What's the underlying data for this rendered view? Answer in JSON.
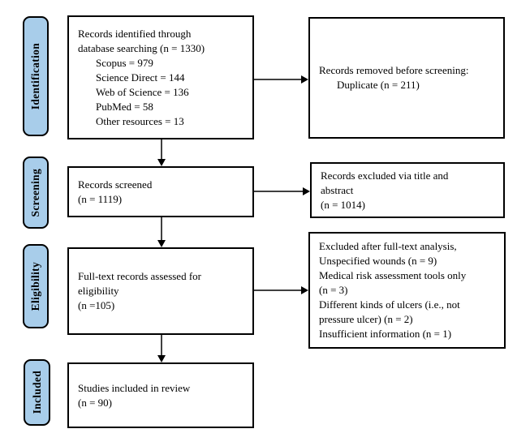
{
  "colors": {
    "stage_fill": "#a8cdea",
    "border": "#000000",
    "arrow": "#000000",
    "background": "#ffffff"
  },
  "stages": [
    {
      "label": "Identification"
    },
    {
      "label": "Screening"
    },
    {
      "label": "Eligibility"
    },
    {
      "label": "Included"
    }
  ],
  "boxes": {
    "identified": {
      "lines": [
        {
          "text": "Records identified through",
          "indent": false
        },
        {
          "text": "database searching (n = 1330)",
          "indent": false
        },
        {
          "text": "Scopus = 979",
          "indent": true
        },
        {
          "text": "Science Direct = 144",
          "indent": true
        },
        {
          "text": "Web of Science = 136",
          "indent": true
        },
        {
          "text": "PubMed = 58",
          "indent": true
        },
        {
          "text": "Other resources = 13",
          "indent": true
        }
      ]
    },
    "removed_before_screening": {
      "lines": [
        {
          "text": "Records removed before screening:",
          "indent": false
        },
        {
          "text": "Duplicate (n = 211)",
          "indent": true
        }
      ]
    },
    "screened": {
      "lines": [
        {
          "text": "Records screened",
          "indent": false
        },
        {
          "text": "(n = 1119)",
          "indent": false
        }
      ]
    },
    "excluded_title_abstract": {
      "lines": [
        {
          "text": "Records excluded via title and",
          "indent": false
        },
        {
          "text": "abstract",
          "indent": false
        },
        {
          "text": "(n = 1014)",
          "indent": false
        }
      ]
    },
    "fulltext_assessed": {
      "lines": [
        {
          "text": "Full-text records assessed for",
          "indent": false
        },
        {
          "text": "eligibility",
          "indent": false
        },
        {
          "text": "(n =105)",
          "indent": false
        }
      ]
    },
    "excluded_fulltext": {
      "lines": [
        {
          "text": "Excluded after full-text analysis,",
          "indent": false
        },
        {
          "text": "Unspecified wounds (n = 9)",
          "indent": false
        },
        {
          "text": "Medical risk assessment tools only",
          "indent": false
        },
        {
          "text": "(n = 3)",
          "indent": false
        },
        {
          "text": "Different kinds of ulcers (i.e., not",
          "indent": false
        },
        {
          "text": "pressure ulcer) (n = 2)",
          "indent": false
        },
        {
          "text": "Insufficient information (n = 1)",
          "indent": false
        }
      ]
    },
    "included_in_review": {
      "lines": [
        {
          "text": "Studies included in review",
          "indent": false
        },
        {
          "text": "(n = 90)",
          "indent": false
        }
      ]
    }
  }
}
